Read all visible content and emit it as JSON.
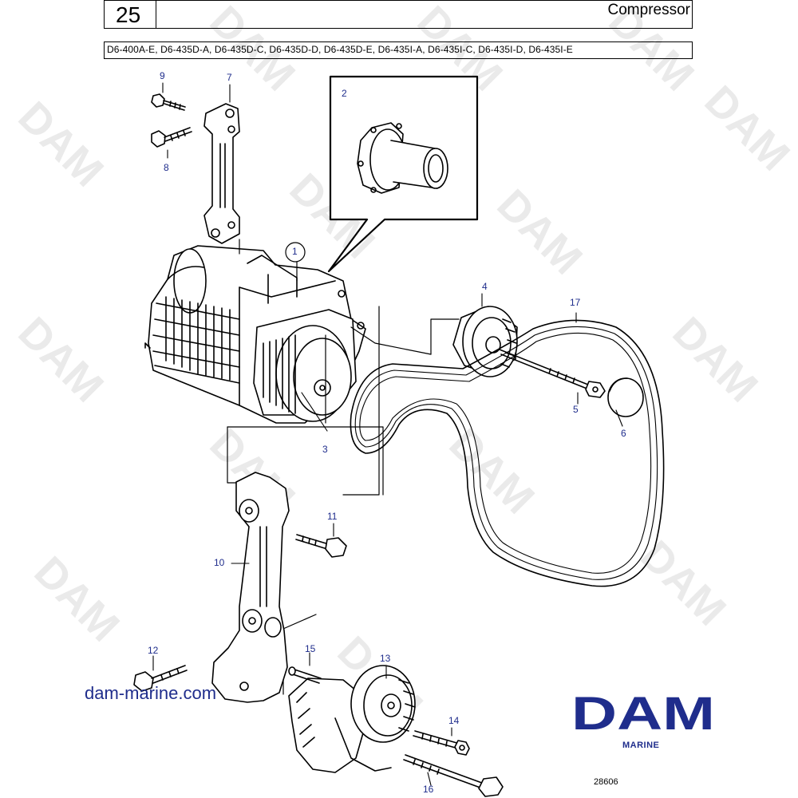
{
  "header": {
    "group_number": "25",
    "title": "Compressor",
    "models": "D6-400A-E, D6-435D-A, D6-435D-C, D6-435D-D, D6-435D-E, D6-435I-A, D6-435I-C, D6-435I-D, D6-435I-E"
  },
  "callouts": [
    "1",
    "2",
    "3",
    "4",
    "5",
    "6",
    "7",
    "8",
    "9",
    "10",
    "11",
    "12",
    "13",
    "14",
    "15",
    "16",
    "17"
  ],
  "footer": {
    "website": "dam-marine.com",
    "brand": "DAM",
    "brand_sub": "MARINE",
    "figure_number": "28606"
  },
  "watermark": "DAM",
  "colors": {
    "line": "#000000",
    "callout": "#1f2d8c",
    "brand": "#1f2d8c",
    "watermark": "#e6e6e6"
  },
  "icons": [
    "compressor",
    "pulley",
    "poly-v-belt",
    "bracket",
    "bolt",
    "tensioner",
    "plug",
    "seal-sleeve"
  ]
}
